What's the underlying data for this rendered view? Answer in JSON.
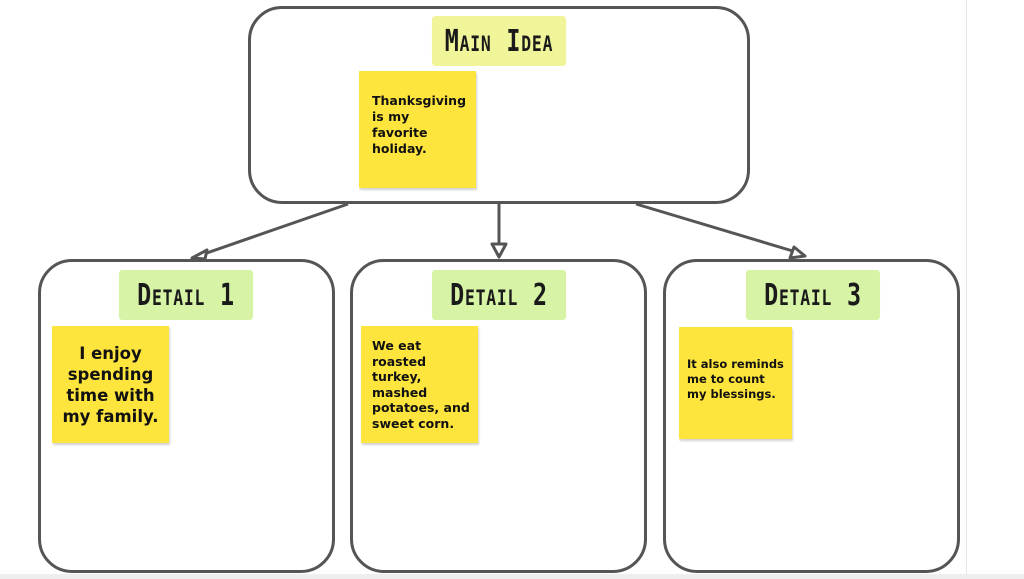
{
  "main": {
    "title": "Main Idea",
    "note": "Thanksgiving is my favorite holiday.",
    "title_color": "#f1f59a"
  },
  "details": [
    {
      "title": "Detail 1",
      "note": "I enjoy spending time with my family."
    },
    {
      "title": "Detail 2",
      "note": "We eat roasted turkey, mashed potatoes, and sweet corn."
    },
    {
      "title": "Detail 3",
      "note": "It also reminds me to count my blessings."
    }
  ],
  "colors": {
    "box_border": "#555555",
    "detail_title_bg": "#d6f3a6",
    "sticky_note": "#fde53d",
    "arrow": "#555555"
  }
}
